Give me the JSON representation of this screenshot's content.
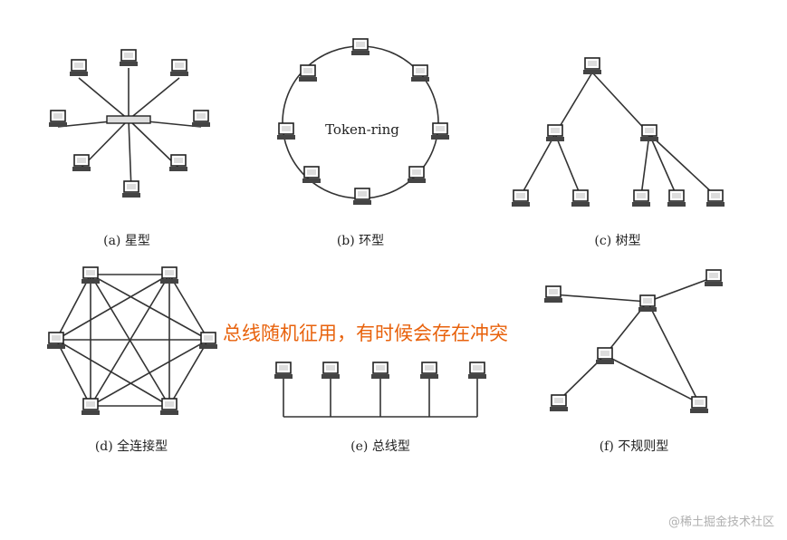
{
  "annotation": "总线随机征用，有时候会存在冲突",
  "watermark": "@稀土掘金技术社区",
  "panels": [
    {
      "label": "(a) 星型"
    },
    {
      "label": "(b) 环型",
      "center_text": "Token-ring"
    },
    {
      "label": "(c) 树型"
    },
    {
      "label": "(d) 全连接型"
    },
    {
      "label": "(e) 总线型"
    },
    {
      "label": "(f) 不规则型"
    }
  ],
  "icons": {
    "node": "computer-icon",
    "hub": "hub-icon"
  },
  "colors": {
    "annotation": "#e8620c",
    "line": "#333333"
  }
}
